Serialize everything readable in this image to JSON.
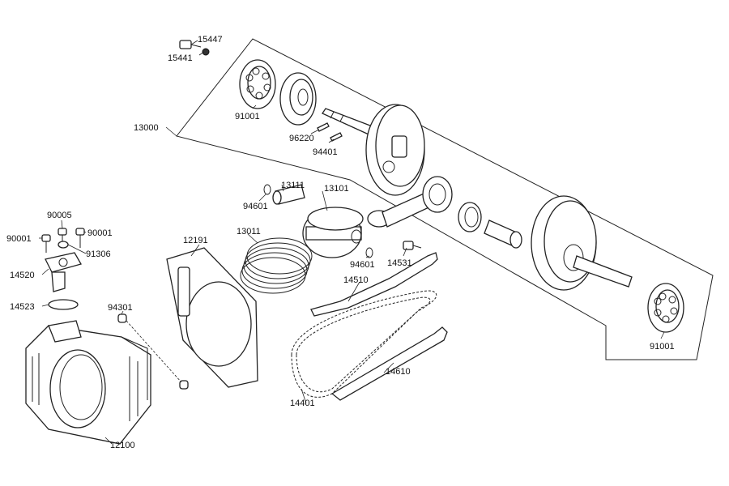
{
  "diagram": {
    "parts": [
      {
        "id": "p15447",
        "number": "15447"
      },
      {
        "id": "p15441",
        "number": "15441"
      },
      {
        "id": "p13000",
        "number": "13000"
      },
      {
        "id": "p91001a",
        "number": "91001"
      },
      {
        "id": "p96220",
        "number": "96220"
      },
      {
        "id": "p94401",
        "number": "94401"
      },
      {
        "id": "p13111",
        "number": "13111"
      },
      {
        "id": "p13101",
        "number": "13101"
      },
      {
        "id": "p94601a",
        "number": "94601"
      },
      {
        "id": "p13011",
        "number": "13011"
      },
      {
        "id": "p94601b",
        "number": "94601"
      },
      {
        "id": "p14531",
        "number": "14531"
      },
      {
        "id": "p14510",
        "number": "14510"
      },
      {
        "id": "p90005",
        "number": "90005"
      },
      {
        "id": "p90001a",
        "number": "90001"
      },
      {
        "id": "p90001b",
        "number": "90001"
      },
      {
        "id": "p91306",
        "number": "91306"
      },
      {
        "id": "p14520",
        "number": "14520"
      },
      {
        "id": "p12191",
        "number": "12191"
      },
      {
        "id": "p14523",
        "number": "14523"
      },
      {
        "id": "p94301",
        "number": "94301"
      },
      {
        "id": "p14610",
        "number": "14610"
      },
      {
        "id": "p14401",
        "number": "14401"
      },
      {
        "id": "p12100",
        "number": "12100"
      },
      {
        "id": "p91001b",
        "number": "91001"
      }
    ]
  }
}
